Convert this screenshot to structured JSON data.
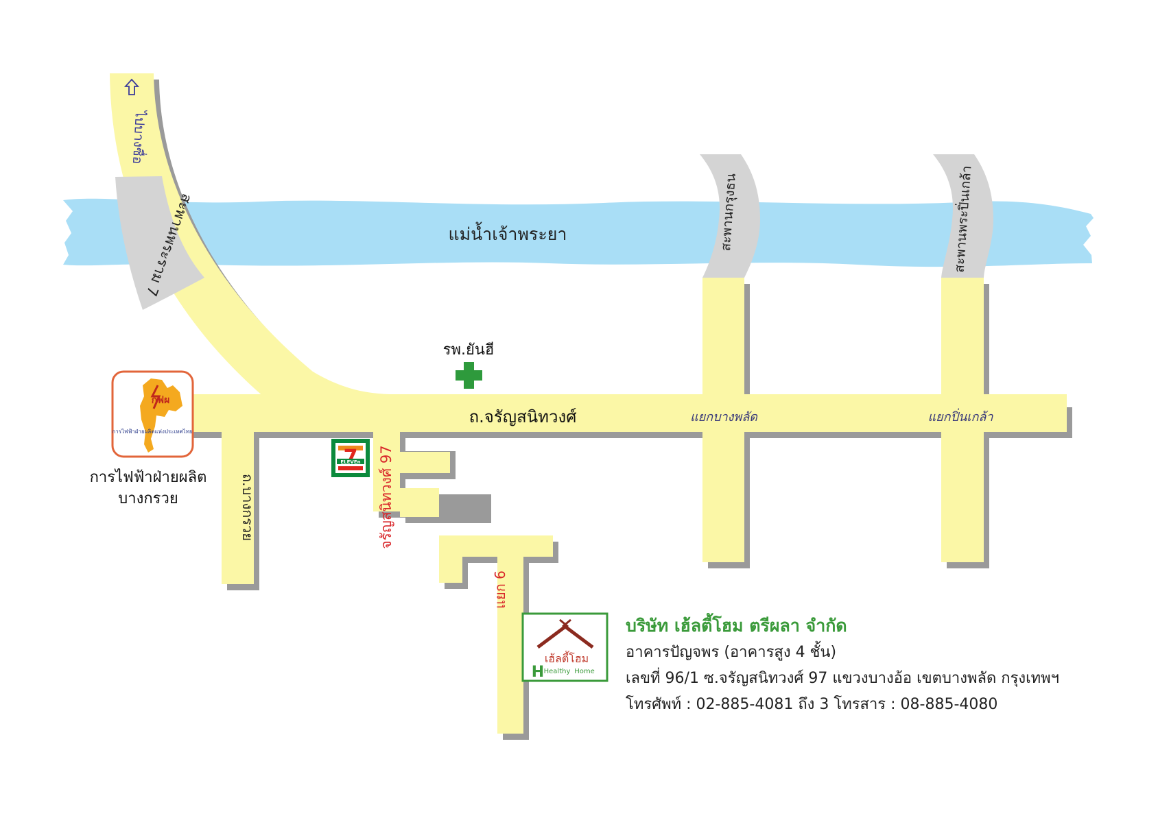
{
  "colors": {
    "road": "#fbf7a6",
    "road_shadow": "#9a9a9a",
    "bridge": "#d4d4d4",
    "river": "#a9def6",
    "hospital_cross": "#2e9a3c",
    "egat_border": "#e2653a",
    "egat_map": "#f4a91f",
    "seven_eleven_green": "#0b8a3c",
    "seven_eleven_red": "#e1261c",
    "seven_eleven_orange": "#f08a1d",
    "company_green": "#3a9a3a",
    "logo_red": "#c0392b",
    "logo_roof": "#8b2a1f",
    "soi_label_red": "#d8262a",
    "junction_label_blue": "#3a3a7a"
  },
  "map": {
    "river_label": "แม่น้ำเจ้าพระยา",
    "main_road_label": "ถ.จรัญสนิทวงศ์",
    "bangkruai_road_label": "ถ.บางกรวย",
    "soi_label": "จรัญสนิทวงศ์ 97",
    "yaek_6_label": "แยก 6",
    "bridge_rama7_label": "สะพานพระราม 7",
    "to_bang_sue_label": "ไปบางซื่อ",
    "bridge_krungthon_label": "สะพานกรุงธน",
    "bridge_pinklao_label": "สะพานพระปิ่นเกล้า",
    "junction_bangphlat_label": "แยกบางพลัด",
    "junction_pinklao_label": "แยกปิ่นเกล้า",
    "hospital_label": "รพ.ยันฮี",
    "hospital_icon": "green-cross-icon",
    "egat_label_line1": "การไฟฟ้าฝ่ายผลิต",
    "egat_label_line2": "บางกรวย",
    "egat_logo_text": "กฟผ",
    "egat_logo_arc_text": "การไฟฟ้าฝ่ายผลิตแห่งประเทศไทย",
    "seven_eleven_text": "ELEVEn",
    "seven_eleven_digit": "7",
    "logo_thai_text": "เฮ้ลตี้โฮม",
    "logo_en_text1": "Healthy",
    "logo_en_text2": "Home",
    "logo_big_h": "H"
  },
  "info": {
    "company": "บริษัท เฮ้ลตี้โฮม ตรีผลา จำกัด",
    "building": "อาคารปัญจพร (อาคารสูง 4 ชั้น)",
    "address": "เลขที่ 96/1 ซ.จรัญสนิทวงศ์ 97 แขวงบางอ้อ เขตบางพลัด กรุงเทพฯ",
    "phone": "โทรศัพท์ : 02-885-4081 ถึง 3  โทรสาร : 08-885-4080"
  }
}
